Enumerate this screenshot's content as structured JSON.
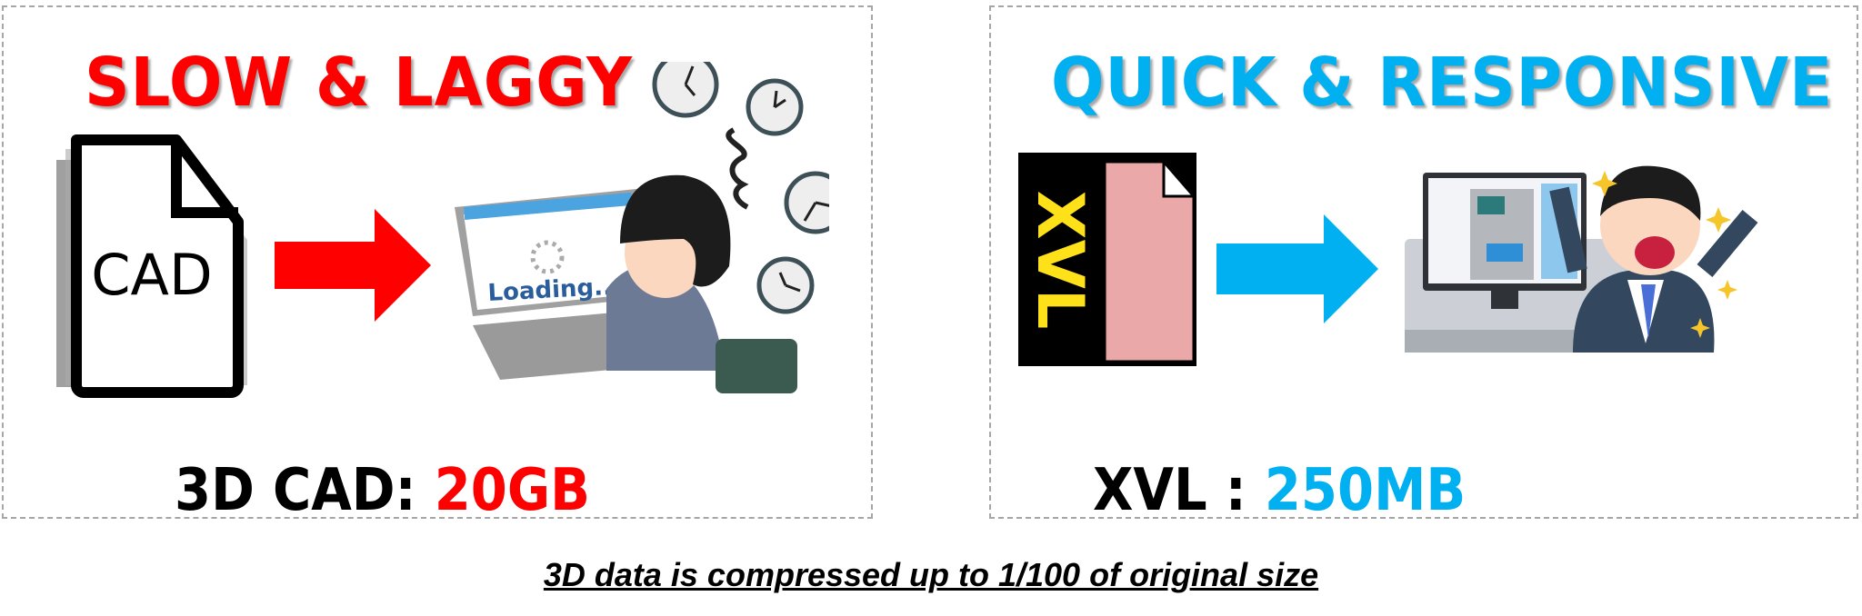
{
  "left": {
    "title": "SLOW & LAGGY",
    "file_label": "CAD",
    "screen_text": "Loading...",
    "size_label": "3D CAD:",
    "size_value": "20GB"
  },
  "right": {
    "title": "QUICK & RESPONSIVE",
    "file_label": "XVL",
    "size_label": "XVL :",
    "size_value": "250MB"
  },
  "caption": "3D data is compressed up to 1/100 of original size",
  "colors": {
    "slow": "#ff0000",
    "quick": "#00b0f0",
    "xvl_file": "#eba8a8",
    "xvl_text": "#ffe11a"
  }
}
